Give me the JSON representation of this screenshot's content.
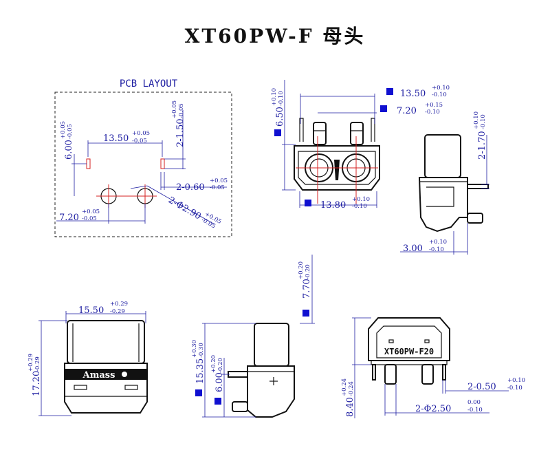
{
  "title": "XT60PW-F 母头",
  "pcb_layout": {
    "label": "PCB LAYOUT",
    "dims": [
      {
        "id": "d1",
        "value": "13.50",
        "upper": "+0.05",
        "lower": "-0.05"
      },
      {
        "id": "d2",
        "value": "6.00",
        "upper": "+0.05",
        "lower": "-0.05"
      },
      {
        "id": "d3",
        "value": "2-1.50",
        "upper": "+0.05",
        "lower": "-0.05"
      },
      {
        "id": "d4",
        "value": "2-0.60",
        "upper": "+0.05",
        "lower": "-0.05"
      },
      {
        "id": "d5",
        "value": "2-Φ2.90",
        "upper": "+0.05",
        "lower": "-0.05"
      },
      {
        "id": "d6",
        "value": "7.20",
        "upper": "+0.05",
        "lower": "-0.05"
      }
    ]
  },
  "front_view": {
    "dims": [
      {
        "id": "f1",
        "value": "13.50",
        "upper": "+0.10",
        "lower": "-0.10"
      },
      {
        "id": "f2",
        "value": "7.20",
        "upper": "+0.15",
        "lower": "-0.10"
      },
      {
        "id": "f3",
        "value": "6.50",
        "upper": "+0.10",
        "lower": "-0.10"
      },
      {
        "id": "f4",
        "value": "13.80",
        "upper": "+0.10",
        "lower": "-0.10"
      }
    ]
  },
  "side_view": {
    "dims": [
      {
        "id": "s1",
        "value": "2-1.70",
        "upper": "+0.10",
        "lower": "-0.10"
      },
      {
        "id": "s2",
        "value": "3.00",
        "upper": "+0.10",
        "lower": "-0.10"
      }
    ]
  },
  "mid_view": {
    "dims": [
      {
        "id": "m1",
        "value": "7.70",
        "upper": "+0.20",
        "lower": "-0.20"
      }
    ]
  },
  "bottom_left_view": {
    "brand": "Amass",
    "dims": [
      {
        "id": "b1",
        "value": "15.50",
        "upper": "+0.29",
        "lower": "-0.29"
      },
      {
        "id": "b2",
        "value": "17.20",
        "upper": "+0.29",
        "lower": "-0.29"
      }
    ]
  },
  "bottom_mid_view": {
    "dims": [
      {
        "id": "c1",
        "value": "15.35",
        "upper": "+0.30",
        "lower": "-0.30"
      },
      {
        "id": "c2",
        "value": "6.00",
        "upper": "+0.20",
        "lower": "-0.20"
      }
    ]
  },
  "bottom_right_view": {
    "model_text": "XT60PW-F20",
    "dims": [
      {
        "id": "r1",
        "value": "8.40",
        "upper": "+0.24",
        "lower": "-0.24"
      },
      {
        "id": "r2",
        "value": "2-0.50",
        "upper": "+0.10",
        "lower": "-0.10"
      },
      {
        "id": "r3",
        "value": "2-Φ2.50",
        "upper": "0.00",
        "lower": "-0.10"
      }
    ]
  }
}
